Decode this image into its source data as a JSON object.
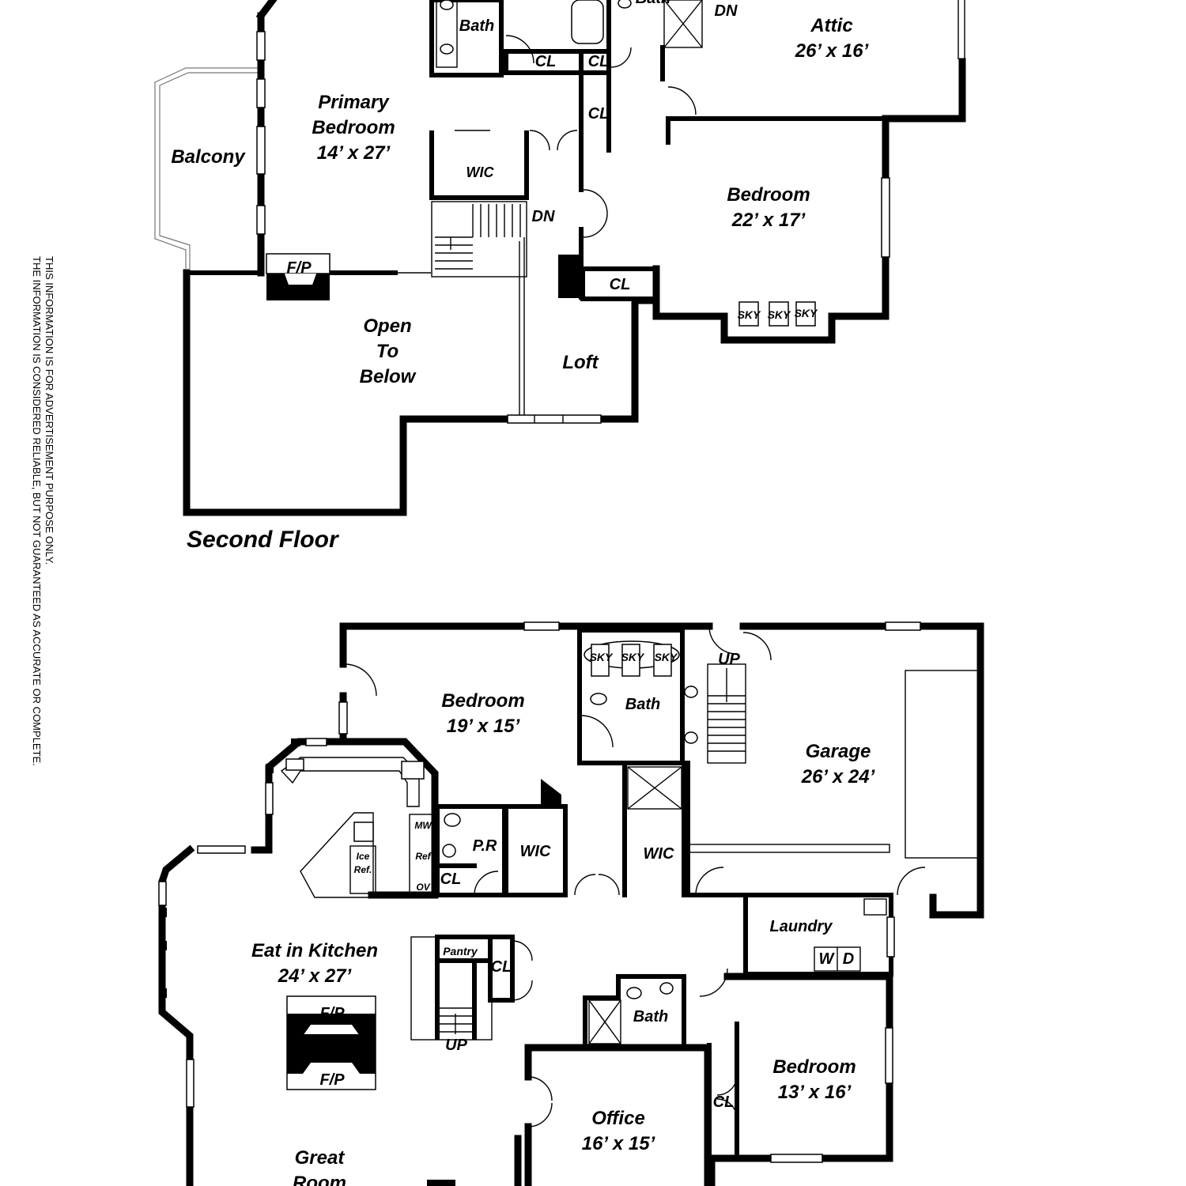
{
  "disclaimer": {
    "line1": "THIS INFORMATION IS FOR ADVERTISEMENT PURPOSE ONLY.",
    "line2": "THE INFORMATION IS CONSIDERED RELIABLE, BUT NOT GUARANTEED AS ACCURATE OR COMPLETE."
  },
  "second_floor": {
    "title": "Second Floor",
    "primary_bedroom": {
      "name_line1": "Primary",
      "name_line2": "Bedroom",
      "size": "14’ x 27’"
    },
    "balcony": "Balcony",
    "bath_left": "Bath",
    "bath_right": "Bath",
    "attic": {
      "name": "Attic",
      "size": "26’ x 16’"
    },
    "bedroom": {
      "name": "Bedroom",
      "size": "22’ x 17’"
    },
    "closet_a": "CL",
    "closet_b": "CL",
    "closet_c": "CL",
    "closet_d": "CL",
    "wic": "WIC",
    "dn_stair": "DN",
    "dn_attic": "DN",
    "fireplace": "F/P",
    "open_below": {
      "line1": "Open",
      "line2": "To",
      "line3": "Below"
    },
    "loft": "Loft",
    "sky_labels": [
      "SKY",
      "SKY",
      "SKY"
    ]
  },
  "first_floor": {
    "bedroom_top": {
      "name": "Bedroom",
      "size": "19’ x 15’"
    },
    "bath_top": "Bath",
    "sky_labels": [
      "SKY",
      "SKY",
      "SKY"
    ],
    "up_garage": "UP",
    "garage": {
      "name": "Garage",
      "size": "26’ x 24’"
    },
    "mw": "MW",
    "ref": "Ref",
    "ov": "OV",
    "ice_ref_line1": "Ice",
    "ice_ref_line2": "Ref.",
    "powder_room": "P.R",
    "closet_pr": "CL",
    "wic_left": "WIC",
    "wic_right": "WIC",
    "laundry": "Laundry",
    "washer": "W",
    "dryer": "D",
    "kitchen": {
      "name": "Eat in Kitchen",
      "size": "24’ x 27’"
    },
    "pantry": "Pantry",
    "closet_pantry": "CL",
    "up_stair": "UP",
    "fireplace_top": "F/P",
    "fireplace_bottom": "F/P",
    "bath_mid": "Bath",
    "bedroom_mid": {
      "name": "Bedroom",
      "size": "13’ x 16’"
    },
    "closet_bedroom": "CL",
    "office": {
      "name": "Office",
      "size": "16’ x 15’"
    },
    "great_room": {
      "line1": "Great",
      "line2": "Room"
    }
  }
}
